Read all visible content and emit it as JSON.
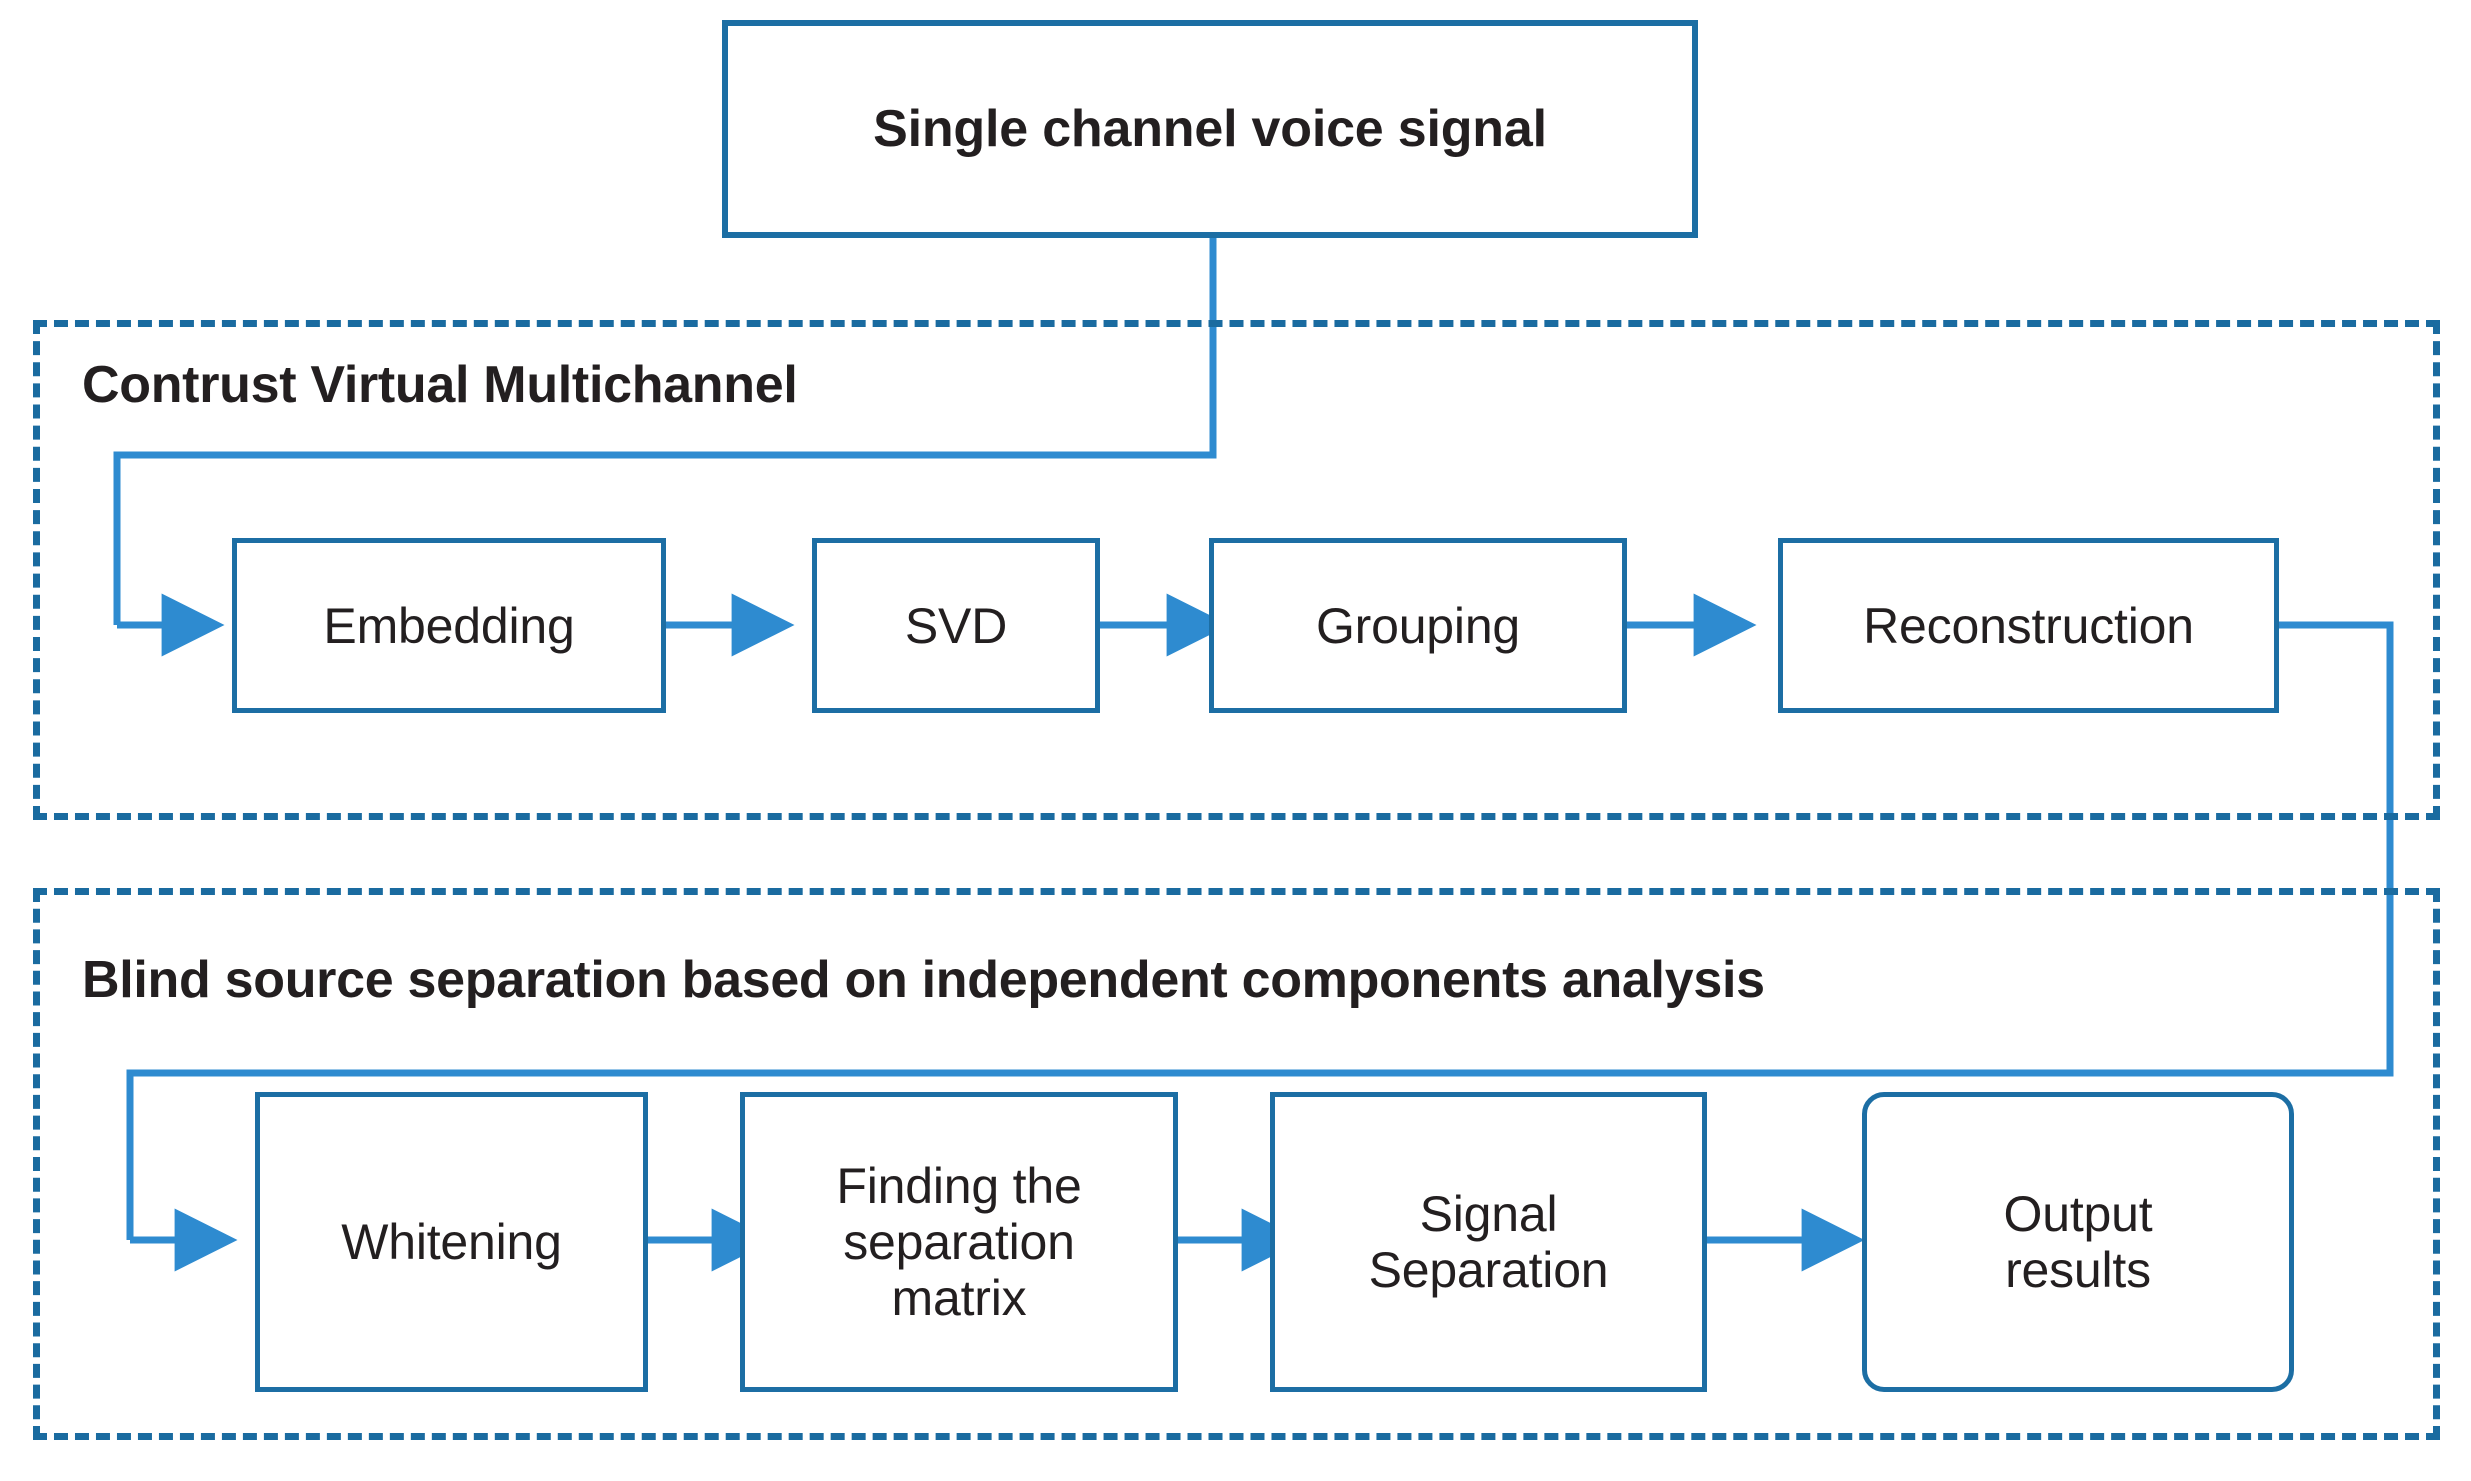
{
  "diagram": {
    "title_node": {
      "label": "Single channel voice signal"
    },
    "groups": [
      {
        "id": "virtual-multichannel",
        "label": "Contrust Virtual Multichannel",
        "nodes": [
          {
            "id": "embedding",
            "label": "Embedding"
          },
          {
            "id": "svd",
            "label": "SVD"
          },
          {
            "id": "grouping",
            "label": "Grouping"
          },
          {
            "id": "reconstruction",
            "label": "Reconstruction"
          }
        ]
      },
      {
        "id": "blind-source-separation",
        "label": "Blind source separation based on independent components analysis",
        "nodes": [
          {
            "id": "whitening",
            "label": "Whitening"
          },
          {
            "id": "finding-matrix",
            "label": "Finding the\nseparation\nmatrix"
          },
          {
            "id": "signal-separation",
            "label": "Signal\nSeparation"
          },
          {
            "id": "output-results",
            "label": "Output\nresults"
          }
        ]
      }
    ],
    "colors": {
      "box_border": "#1c6ea4",
      "dashed_border": "#1a6ba0",
      "connector": "#2e8bd0",
      "text": "#231f20",
      "background": "#ffffff"
    }
  }
}
